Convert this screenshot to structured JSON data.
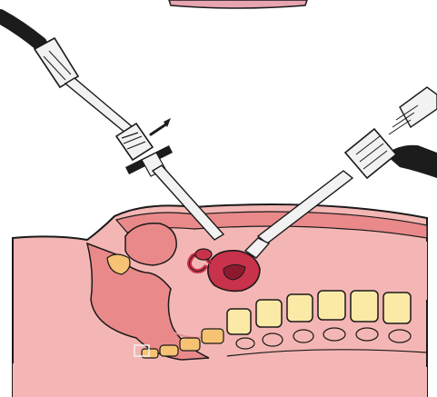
{
  "illustration": {
    "subject": "laparoscopy-sagittal-section",
    "colors": {
      "skin": "#f4b6b4",
      "skin_dark": "#e8908e",
      "tissue": "#e9898a",
      "organ": "#c8324a",
      "organ_dark": "#8c1a2e",
      "vertebra": "#fbe9a6",
      "vertebra_inner": "#f7d98a",
      "sacrum": "#f6c273",
      "outline": "#1a1a1a",
      "instrument_light": "#f2f2f2",
      "instrument_dark": "#1c1c1c",
      "monitor": "#e7a4b1"
    },
    "instruments": [
      {
        "name": "laparoscope",
        "icon": "laparoscope-icon"
      },
      {
        "name": "grasper",
        "icon": "grasper-icon"
      }
    ]
  }
}
